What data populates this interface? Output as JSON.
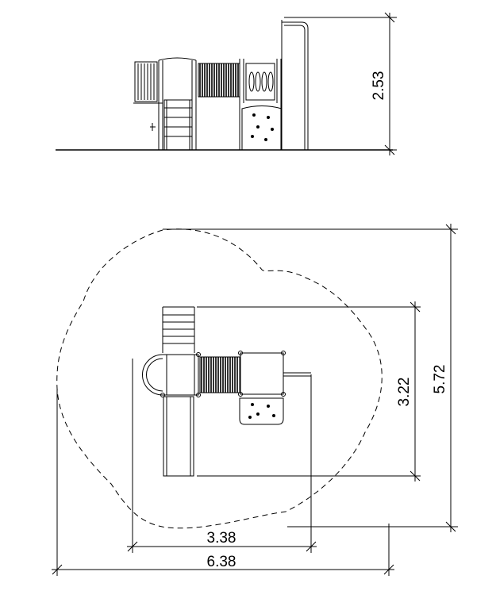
{
  "elevation": {
    "height_label": "2.53"
  },
  "plan": {
    "footprint_width_label": "3.38",
    "overall_width_label": "6.38",
    "footprint_depth_label": "3.22",
    "overall_depth_label": "5.72"
  }
}
